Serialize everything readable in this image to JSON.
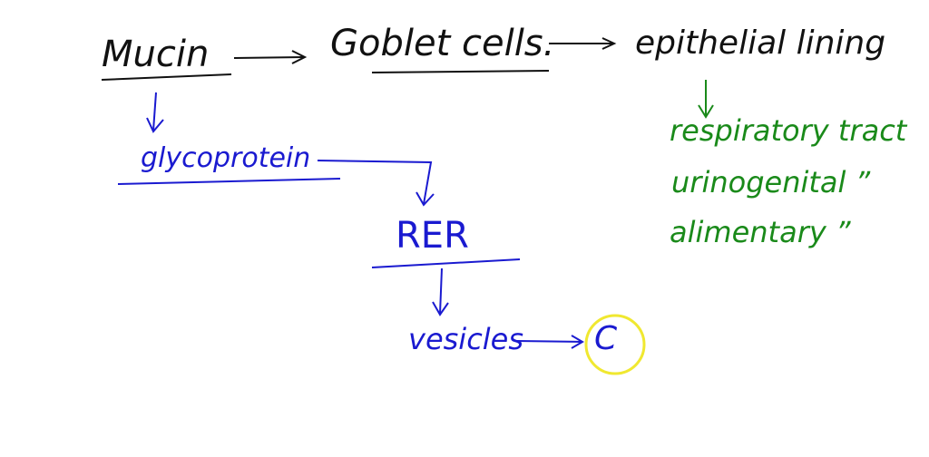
{
  "colors": {
    "ink_black": "#111111",
    "ink_blue": "#1a1ad0",
    "ink_green": "#1a8a1a",
    "highlight_yellow": "#f0e830",
    "background": "#ffffff"
  },
  "nodes": {
    "mucin": "Mucin",
    "goblet_cells": "Goblet cells.",
    "epithelial_lining": "epithelial lining",
    "glycoprotein": "glycoprotein",
    "rer": "RER",
    "vesicles": "vesicles",
    "cursor_mark": "C"
  },
  "tracts": [
    {
      "label": "respiratory tract"
    },
    {
      "label": "urinogenital ”"
    },
    {
      "label": "alimentary ”"
    }
  ]
}
